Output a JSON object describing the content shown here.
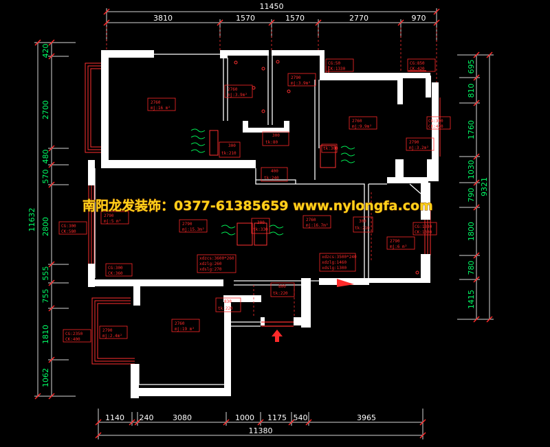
{
  "dimensions": {
    "top_total": "11450",
    "top": [
      "3810",
      "1570",
      "1570",
      "2770",
      "970"
    ],
    "bottom_total": "11380",
    "bottom": [
      "1140",
      "240",
      "3080",
      "1000",
      "1175",
      "540",
      "3965"
    ],
    "left_total": "11632",
    "left": [
      "420",
      "2700",
      "480",
      "570",
      "2800",
      "555",
      "755",
      "1810",
      "1062"
    ],
    "right_total": "9321",
    "right": [
      "695",
      "810",
      "1760",
      "1030",
      "790",
      "1800",
      "780",
      "1415"
    ]
  },
  "watermark": "南阳龙发装饰：0377-61385659  www.nylongfa.com",
  "room_labels": [
    {
      "h": "2760",
      "a": "mj:16 m²"
    },
    {
      "h": "2760",
      "a": "mj:3.9m²"
    },
    {
      "h": "2790",
      "a": "mj:3.9m²"
    },
    {
      "h": "2760",
      "a": "mj:9.9m²"
    },
    {
      "h": "2790",
      "a": "mj:3.2m²"
    },
    {
      "h": "2790",
      "a": "mj:5 m²"
    },
    {
      "h": "2790",
      "a": "mj:15.3m²"
    },
    {
      "h": "2760",
      "a": "mj:16.7m²"
    },
    {
      "h": "2790",
      "a": "mj:6 m²"
    },
    {
      "h": "2790",
      "a": "mj:2.4m²"
    },
    {
      "h": "2760",
      "a": "mj:19 m²"
    }
  ],
  "window_labels": [
    {
      "a": "CG:50",
      "b": "CK:1330"
    },
    {
      "a": "CG:850",
      "b": "CK:420"
    },
    {
      "a": "CG:300",
      "b": "CK:420"
    },
    {
      "a": "CG:300",
      "b": "CK:580"
    },
    {
      "a": "CG:1330",
      "b": "CK:1300"
    },
    {
      "a": "CG:300",
      "b": "CK:360"
    },
    {
      "a": "CG:2350",
      "b": "CK:400"
    }
  ],
  "door_labels": [
    {
      "a": "300",
      "b": "tk:210"
    },
    {
      "a": "300",
      "b": "tk:80"
    },
    {
      "a": "400",
      "b": "tk:240"
    },
    {
      "a": "300",
      "b": "tk:330"
    },
    {
      "a": "300",
      "b": "tk:210"
    },
    {
      "a": "800",
      "b": "tk:220"
    },
    {
      "a": "830",
      "b": "tk:220"
    },
    {
      "a": "",
      "b": "tk:300"
    }
  ],
  "notes": [
    {
      "l1": "xdzcs:3600*260",
      "l2": "xdzlg:260",
      "l3": "xdslg:270"
    },
    {
      "l1": "xdzcs:3500*240",
      "l2": "xdzlg:1460",
      "l3": "xdslg:1300"
    }
  ]
}
